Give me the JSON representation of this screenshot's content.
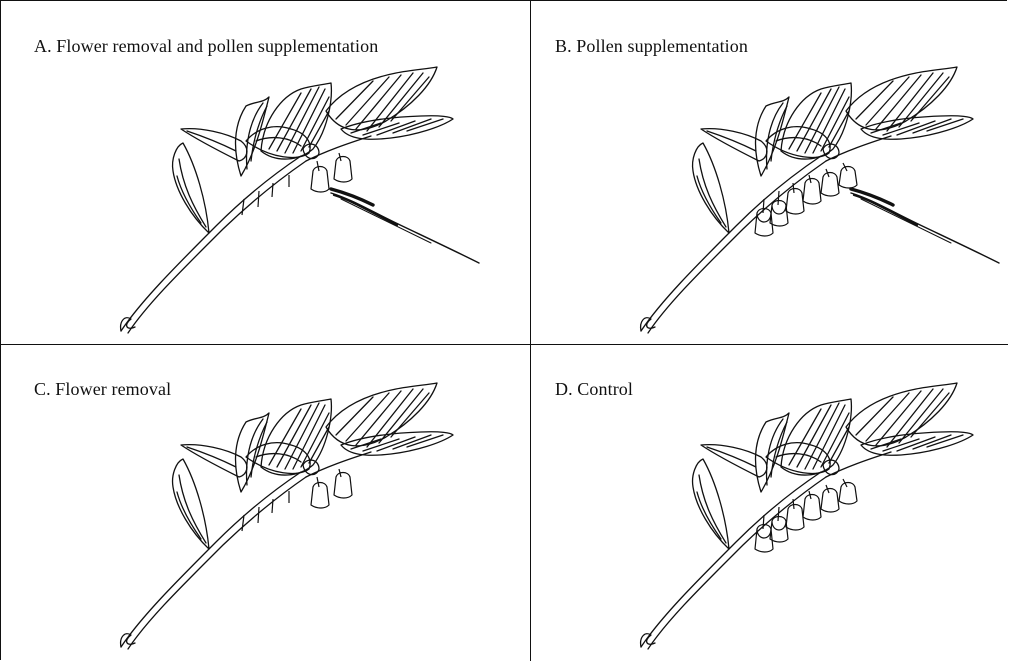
{
  "panels": {
    "a": {
      "caption": "A. Flower removal and pollen supplementation",
      "flowers": "removed",
      "pollen_brush": true
    },
    "b": {
      "caption": "B. Pollen supplementation",
      "flowers": "intact",
      "pollen_brush": true
    },
    "c": {
      "caption": "C. Flower removal",
      "flowers": "removed",
      "pollen_brush": false
    },
    "d": {
      "caption": "D. Control",
      "flowers": "intact",
      "pollen_brush": false
    }
  },
  "colors": {
    "ink": "#111111",
    "background": "#ffffff"
  }
}
